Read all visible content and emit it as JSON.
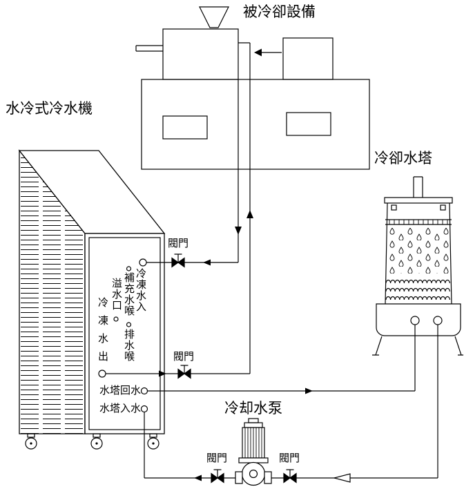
{
  "diagram": {
    "labels": {
      "cooled_equipment": "被冷卻設備",
      "chiller": "水冷式冷水機",
      "cooling_tower": "冷卻水塔",
      "cooling_pump": "冷却水泵",
      "valve": "閥門"
    },
    "chiller_ports": {
      "chilled_water_in": "冷凍水入",
      "makeup_water_hose": "補充水喉",
      "overflow_port": "溢水口",
      "drain_hose": "排水喉",
      "chilled_water_out": "冷凍水出",
      "tower_return_water": "水塔回水",
      "tower_inlet_water": "水塔入水"
    },
    "icons": {
      "valve": "bowtie-valve-icon",
      "pump": "centrifugal-pump-icon",
      "tower": "cooling-tower-icon",
      "arrow": "flow-arrow-icon",
      "hopper": "funnel-hopper-icon"
    },
    "colors": {
      "line": "#000000",
      "background": "#ffffff"
    }
  }
}
